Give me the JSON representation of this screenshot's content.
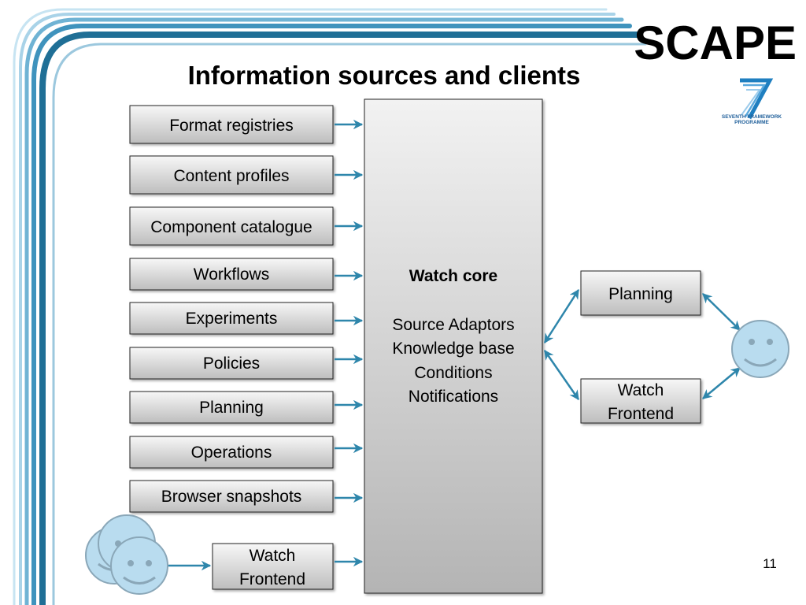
{
  "slide": {
    "brand": "SCAPE",
    "title": "Information sources and clients",
    "page_number": "11"
  },
  "fp7_logo": {
    "caption_line1": "SEVENTH FRAMEWORK",
    "caption_line2": "PROGRAMME"
  },
  "sources": [
    "Format registries",
    "Content profiles",
    "Component catalogue",
    "Workflows",
    "Experiments",
    "Policies",
    "Planning",
    "Operations",
    "Browser snapshots"
  ],
  "bottom_client": {
    "line1": "Watch",
    "line2": "Frontend"
  },
  "core": {
    "title": "Watch core",
    "items": [
      "Source Adaptors",
      "Knowledge base",
      "Conditions",
      "Notifications"
    ]
  },
  "right_clients": {
    "planning": "Planning",
    "watch_frontend_line1": "Watch",
    "watch_frontend_line2": "Frontend"
  },
  "colors": {
    "arrow": "#2e86ab",
    "swoosh_dark": "#1f6f96",
    "swoosh_light": "#a9d3e8",
    "smiley_fill": "#b9dcef",
    "smiley_stroke": "#8aa7b8",
    "logo_blue": "#1f7fc0"
  }
}
